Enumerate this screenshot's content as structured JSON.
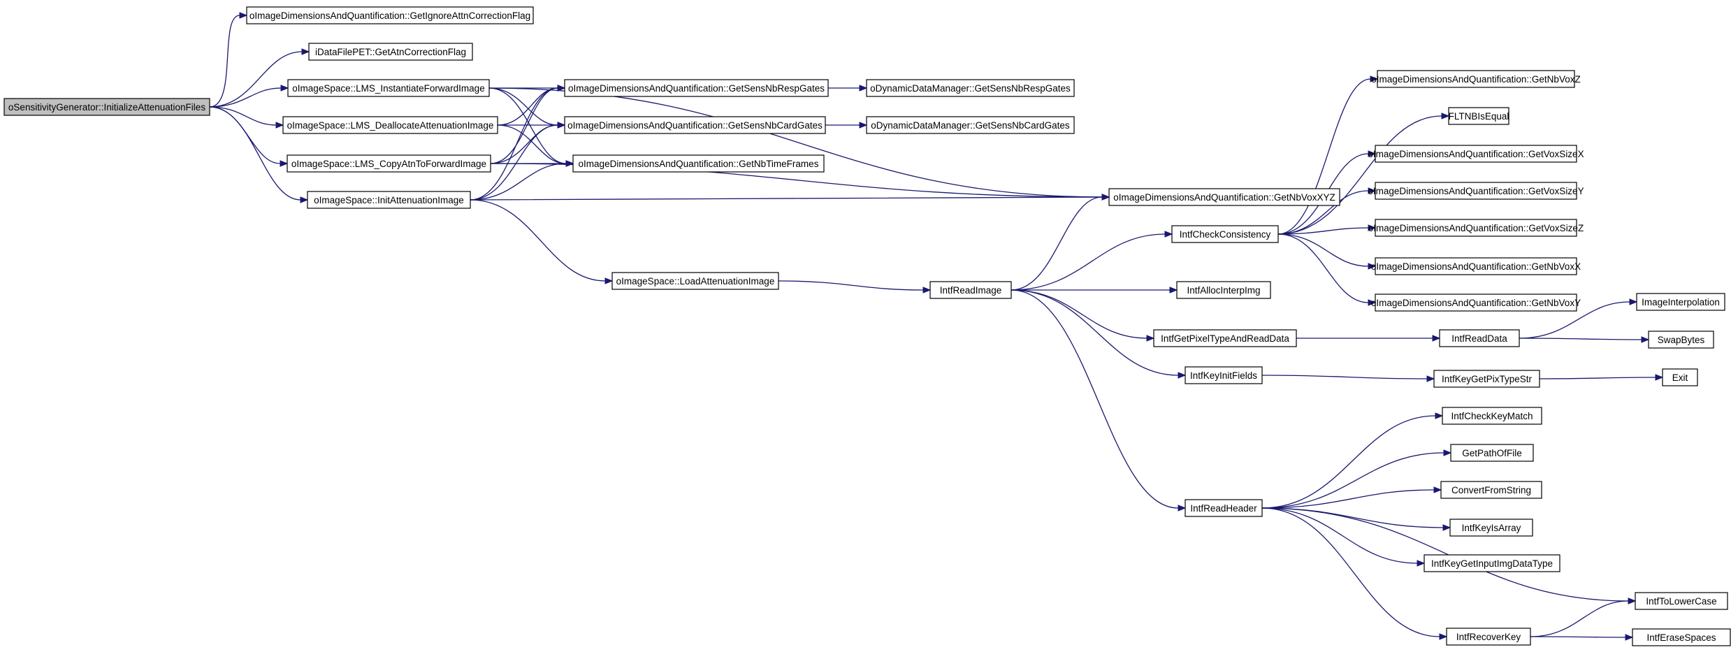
{
  "diagram": {
    "root": "oSensitivityGenerator::InitializeAttenuationFiles",
    "nodes": [
      {
        "id": "n0",
        "label": "oSensitivityGenerator::InitializeAttenuationFiles"
      },
      {
        "id": "n1",
        "label": "oImageDimensionsAndQuantification::GetIgnoreAttnCorrectionFlag"
      },
      {
        "id": "n2",
        "label": "iDataFilePET::GetAtnCorrectionFlag"
      },
      {
        "id": "n3",
        "label": "oImageSpace::LMS_InstantiateForwardImage"
      },
      {
        "id": "n4",
        "label": "oImageSpace::LMS_DeallocateAttenuationImage"
      },
      {
        "id": "n5",
        "label": "oImageSpace::LMS_CopyAtnToForwardImage"
      },
      {
        "id": "n6",
        "label": "oImageSpace::InitAttenuationImage"
      },
      {
        "id": "n7",
        "label": "oImageDimensionsAndQuantification::GetSensNbRespGates"
      },
      {
        "id": "n8",
        "label": "oImageDimensionsAndQuantification::GetSensNbCardGates"
      },
      {
        "id": "n9",
        "label": "oImageDimensionsAndQuantification::GetNbTimeFrames"
      },
      {
        "id": "n10",
        "label": "oDynamicDataManager::GetSensNbRespGates"
      },
      {
        "id": "n11",
        "label": "oDynamicDataManager::GetSensNbCardGates"
      },
      {
        "id": "n12",
        "label": "oImageDimensionsAndQuantification::GetNbVoxXYZ"
      },
      {
        "id": "n13",
        "label": "oImageSpace::LoadAttenuationImage"
      },
      {
        "id": "n14",
        "label": "IntfReadImage"
      },
      {
        "id": "n15",
        "label": "IntfCheckConsistency"
      },
      {
        "id": "n16",
        "label": "IntfAllocInterpImg"
      },
      {
        "id": "n17",
        "label": "IntfGetPixelTypeAndReadData"
      },
      {
        "id": "n18",
        "label": "IntfKeyInitFields"
      },
      {
        "id": "n19",
        "label": "IntfReadHeader"
      },
      {
        "id": "n20",
        "label": "oImageDimensionsAndQuantification::GetNbVoxZ"
      },
      {
        "id": "n21",
        "label": "FLTNBIsEqual"
      },
      {
        "id": "n22",
        "label": "oImageDimensionsAndQuantification::GetVoxSizeX"
      },
      {
        "id": "n23",
        "label": "oImageDimensionsAndQuantification::GetVoxSizeY"
      },
      {
        "id": "n24",
        "label": "oImageDimensionsAndQuantification::GetVoxSizeZ"
      },
      {
        "id": "n25",
        "label": "oImageDimensionsAndQuantification::GetNbVoxX"
      },
      {
        "id": "n26",
        "label": "oImageDimensionsAndQuantification::GetNbVoxY"
      },
      {
        "id": "n27",
        "label": "IntfReadData"
      },
      {
        "id": "n28",
        "label": "IntfKeyGetPixTypeStr"
      },
      {
        "id": "n29",
        "label": "ImageInterpolation"
      },
      {
        "id": "n30",
        "label": "SwapBytes"
      },
      {
        "id": "n31",
        "label": "Exit"
      },
      {
        "id": "n32",
        "label": "IntfCheckKeyMatch"
      },
      {
        "id": "n33",
        "label": "GetPathOfFile"
      },
      {
        "id": "n34",
        "label": "ConvertFromString"
      },
      {
        "id": "n35",
        "label": "IntfKeyIsArray"
      },
      {
        "id": "n36",
        "label": "IntfKeyGetInputImgDataType"
      },
      {
        "id": "n37",
        "label": "IntfToLowerCase"
      },
      {
        "id": "n38",
        "label": "IntfRecoverKey"
      },
      {
        "id": "n39",
        "label": "IntfEraseSpaces"
      }
    ],
    "edges": [
      [
        "n0",
        "n1"
      ],
      [
        "n0",
        "n2"
      ],
      [
        "n0",
        "n3"
      ],
      [
        "n0",
        "n4"
      ],
      [
        "n0",
        "n5"
      ],
      [
        "n0",
        "n6"
      ],
      [
        "n3",
        "n12"
      ],
      [
        "n3",
        "n7"
      ],
      [
        "n3",
        "n8"
      ],
      [
        "n3",
        "n9"
      ],
      [
        "n4",
        "n7"
      ],
      [
        "n4",
        "n8"
      ],
      [
        "n4",
        "n9"
      ],
      [
        "n5",
        "n7"
      ],
      [
        "n5",
        "n8"
      ],
      [
        "n5",
        "n9"
      ],
      [
        "n5",
        "n12"
      ],
      [
        "n6",
        "n7"
      ],
      [
        "n6",
        "n8"
      ],
      [
        "n6",
        "n9"
      ],
      [
        "n6",
        "n12"
      ],
      [
        "n6",
        "n13"
      ],
      [
        "n7",
        "n10"
      ],
      [
        "n8",
        "n11"
      ],
      [
        "n13",
        "n14"
      ],
      [
        "n14",
        "n12"
      ],
      [
        "n14",
        "n15"
      ],
      [
        "n14",
        "n16"
      ],
      [
        "n14",
        "n17"
      ],
      [
        "n14",
        "n18"
      ],
      [
        "n14",
        "n19"
      ],
      [
        "n15",
        "n20"
      ],
      [
        "n15",
        "n21"
      ],
      [
        "n15",
        "n22"
      ],
      [
        "n15",
        "n23"
      ],
      [
        "n15",
        "n24"
      ],
      [
        "n15",
        "n25"
      ],
      [
        "n15",
        "n26"
      ],
      [
        "n17",
        "n27"
      ],
      [
        "n27",
        "n29"
      ],
      [
        "n27",
        "n30"
      ],
      [
        "n18",
        "n28"
      ],
      [
        "n28",
        "n31"
      ],
      [
        "n19",
        "n32"
      ],
      [
        "n19",
        "n33"
      ],
      [
        "n19",
        "n34"
      ],
      [
        "n19",
        "n35"
      ],
      [
        "n19",
        "n36"
      ],
      [
        "n19",
        "n37"
      ],
      [
        "n19",
        "n38"
      ],
      [
        "n38",
        "n37"
      ],
      [
        "n38",
        "n39"
      ]
    ]
  }
}
